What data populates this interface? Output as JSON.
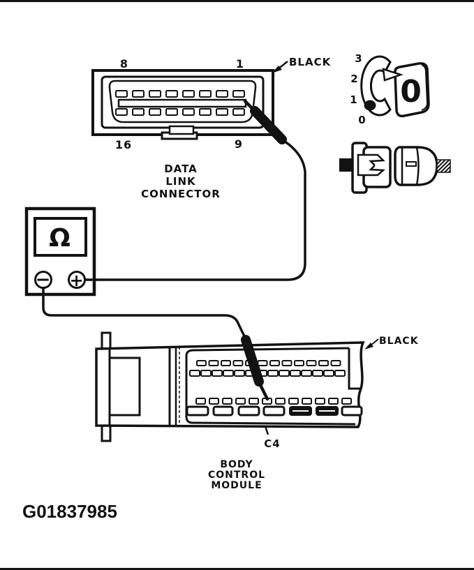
{
  "page": {
    "figure_id": "G01837985"
  },
  "dlc": {
    "caption": {
      "line1": "DATA",
      "line2": "LINK",
      "line3": "CONNECTOR"
    },
    "pins": {
      "top_left": "8",
      "top_right": "1",
      "bottom_left": "16",
      "bottom_right": "9"
    },
    "wire_color_label": "BLACK"
  },
  "terminal_end_view": {
    "scale_labels": [
      "3",
      "2",
      "1",
      "0"
    ],
    "cavity_label": "0"
  },
  "ohmmeter": {
    "display_symbol": "Ω",
    "negative_terminal_symbol": "−",
    "positive_terminal_symbol": "+"
  },
  "bcm": {
    "wire_color_label": "BLACK",
    "connector_label": "C4",
    "caption": {
      "line1": "BODY",
      "line2": "CONTROL",
      "line3": "MODULE"
    }
  },
  "colors": {
    "ink": "#121212",
    "paper": "#ffffff"
  }
}
